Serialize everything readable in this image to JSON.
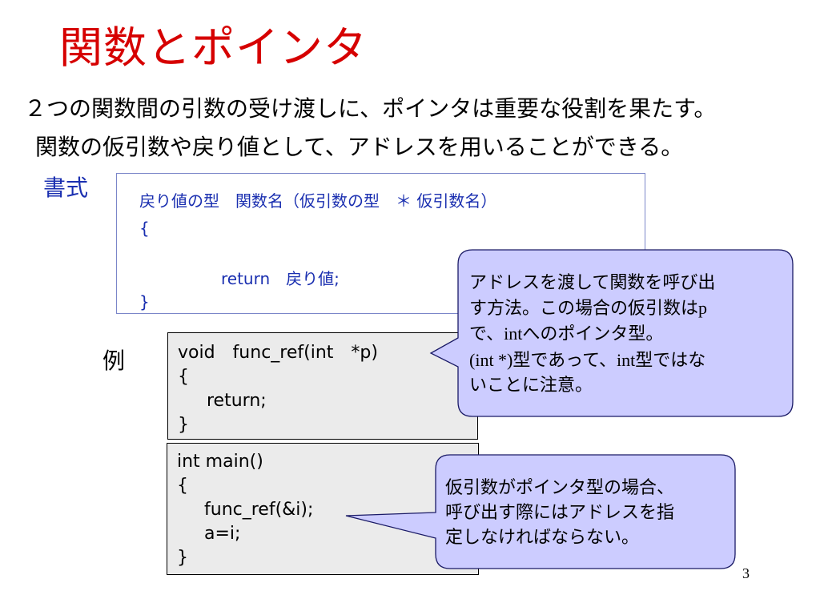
{
  "slide": {
    "title": "関数とポインタ",
    "intro_line_1": "２つの関数間の引数の受け渡しに、ポインタは重要な役割を果たす。",
    "intro_line_2": "関数の仮引数や戻り値として、アドレスを用いることができる。",
    "format_label": "書式",
    "example_label": "例",
    "page_number": "3"
  },
  "format_box": {
    "lines": [
      "戻り値の型　関数名（仮引数の型　＊ 仮引数名）",
      "{",
      "return　戻り値;",
      "}"
    ]
  },
  "example_function": {
    "lines": [
      "void　func_ref(int　*p)",
      "{",
      "return;",
      "}"
    ]
  },
  "example_main": {
    "lines": [
      "int main()",
      "{",
      "func_ref(&i);",
      "a=i;",
      "}"
    ]
  },
  "callout_top": {
    "line_1": "アドレスを渡して関数を呼び出",
    "line_2a": "す方法。この場合の仮引数は",
    "line_2b": "p",
    "line_3a": "で、",
    "line_3b": "int",
    "line_3c": "へのポインタ型。",
    "line_4a": "(int *)",
    "line_4b": "型であって、",
    "line_4c": "int",
    "line_4d": "型ではな",
    "line_5": "いことに注意。"
  },
  "callout_bottom": {
    "lines": [
      "仮引数がポインタ型の場合、",
      "呼び出す際にはアドレスを指",
      "定しなければならない。"
    ]
  },
  "colors": {
    "title": "#d60000",
    "accent_blue": "#1a2fb0",
    "callout_fill": "#ccccff",
    "code_fill": "#ebebeb"
  }
}
